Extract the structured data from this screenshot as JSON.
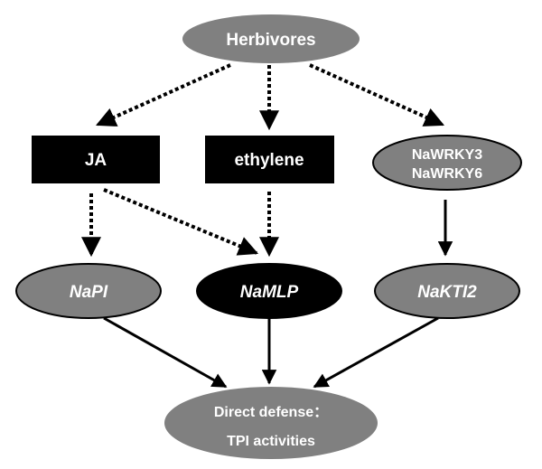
{
  "diagram": {
    "title": "Herbivore-induced direct defense signaling",
    "nodes": {
      "herbivores": {
        "label": "Herbivores",
        "shape": "ellipse",
        "fill": "#808080"
      },
      "ja": {
        "label": "JA",
        "shape": "rectangle",
        "fill": "#000000"
      },
      "ethylene": {
        "label": "ethylene",
        "shape": "rectangle",
        "fill": "#000000"
      },
      "nawrky": {
        "label_line1": "NaWRKY3",
        "label_line2": "NaWRKY6",
        "shape": "ellipse",
        "fill": "#808080"
      },
      "napi": {
        "label": "NaPI",
        "shape": "ellipse",
        "fill": "#808080",
        "italic": true
      },
      "namlp": {
        "label": "NaMLP",
        "shape": "ellipse",
        "fill": "#000000",
        "italic": true
      },
      "nakti2": {
        "label": "NaKTI2",
        "shape": "ellipse",
        "fill": "#808080",
        "italic": true
      },
      "defense": {
        "label_line1": "Direct defense：",
        "label_line2": "TPI activities",
        "shape": "ellipse",
        "fill": "#808080"
      }
    },
    "edges": [
      {
        "from": "herbivores",
        "to": "ja",
        "style": "dotted"
      },
      {
        "from": "herbivores",
        "to": "ethylene",
        "style": "dotted"
      },
      {
        "from": "herbivores",
        "to": "nawrky",
        "style": "dotted"
      },
      {
        "from": "ja",
        "to": "napi",
        "style": "dotted"
      },
      {
        "from": "ja",
        "to": "namlp",
        "style": "dotted"
      },
      {
        "from": "ethylene",
        "to": "namlp",
        "style": "dotted"
      },
      {
        "from": "nawrky",
        "to": "nakti2",
        "style": "solid"
      },
      {
        "from": "napi",
        "to": "defense",
        "style": "solid"
      },
      {
        "from": "namlp",
        "to": "defense",
        "style": "solid"
      },
      {
        "from": "nakti2",
        "to": "defense",
        "style": "solid"
      }
    ]
  }
}
